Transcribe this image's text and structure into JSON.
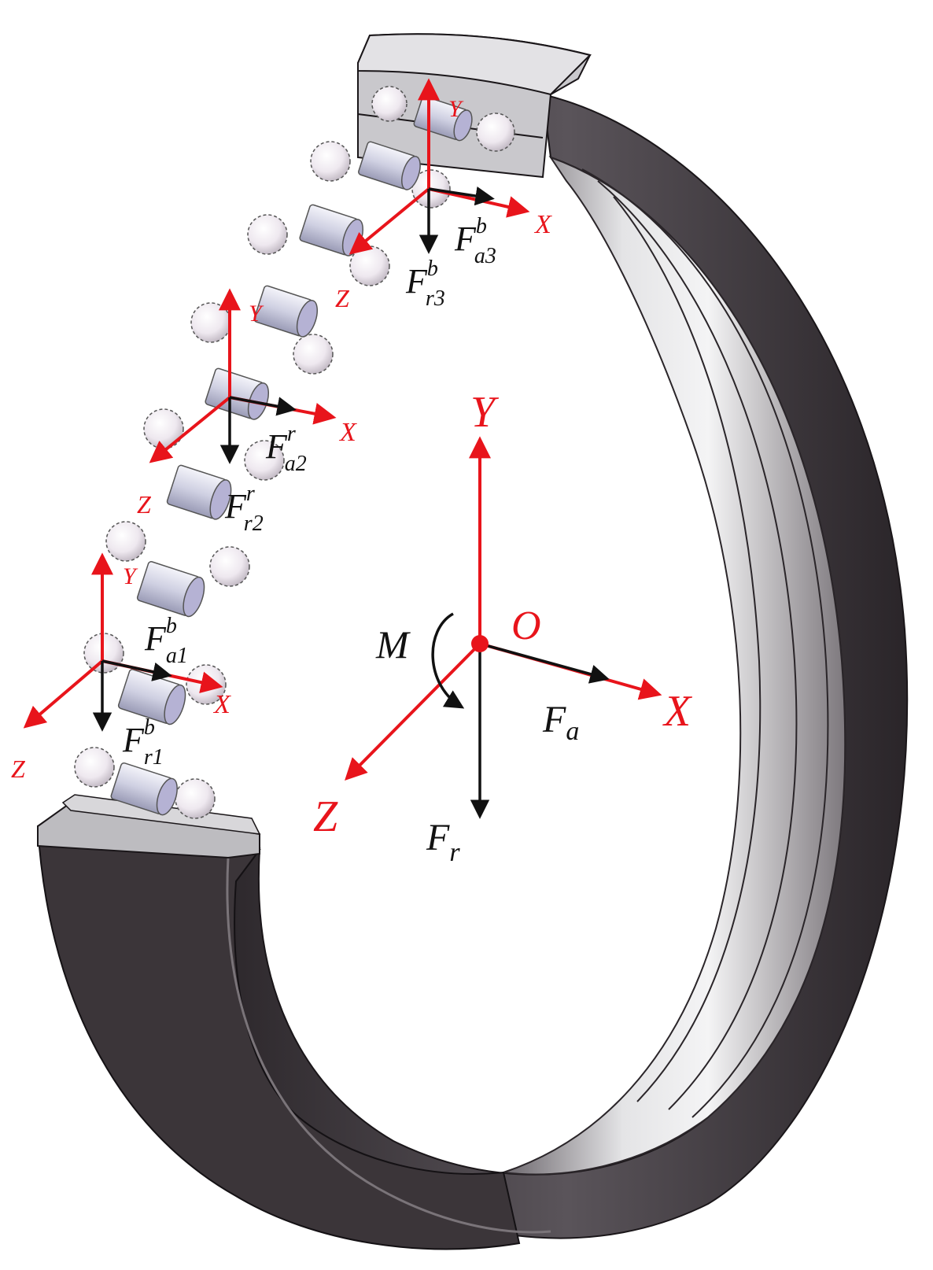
{
  "colors": {
    "axis": "#e8141b",
    "force": "#111111",
    "ring_dark": "#3a3438",
    "ring_light": "#cfcfd2",
    "roller": "#dcdce8",
    "ball": "#f1eef3"
  },
  "global_frame": {
    "origin": "O",
    "axis_x": "X",
    "axis_y": "Y",
    "axis_z": "Z",
    "moment": "M",
    "force_axial": {
      "base": "F",
      "sub": "a"
    },
    "force_radial": {
      "base": "F",
      "sub": "r"
    }
  },
  "local_frames": [
    {
      "axis_x": "X",
      "axis_y": "Y",
      "axis_z": "Z",
      "axial": {
        "base": "F",
        "sub": "a3",
        "sup": "b"
      },
      "radial": {
        "base": "F",
        "sub": "r3",
        "sup": "b"
      }
    },
    {
      "axis_x": "X",
      "axis_y": "Y",
      "axis_z": "Z",
      "axial": {
        "base": "F",
        "sub": "a2",
        "sup": "r"
      },
      "radial": {
        "base": "F",
        "sub": "r2",
        "sup": "r"
      }
    },
    {
      "axis_x": "X",
      "axis_y": "Y",
      "axis_z": "Z",
      "axial": {
        "base": "F",
        "sub": "a1",
        "sup": "b"
      },
      "radial": {
        "base": "F",
        "sub": "r1",
        "sup": "b"
      }
    }
  ]
}
